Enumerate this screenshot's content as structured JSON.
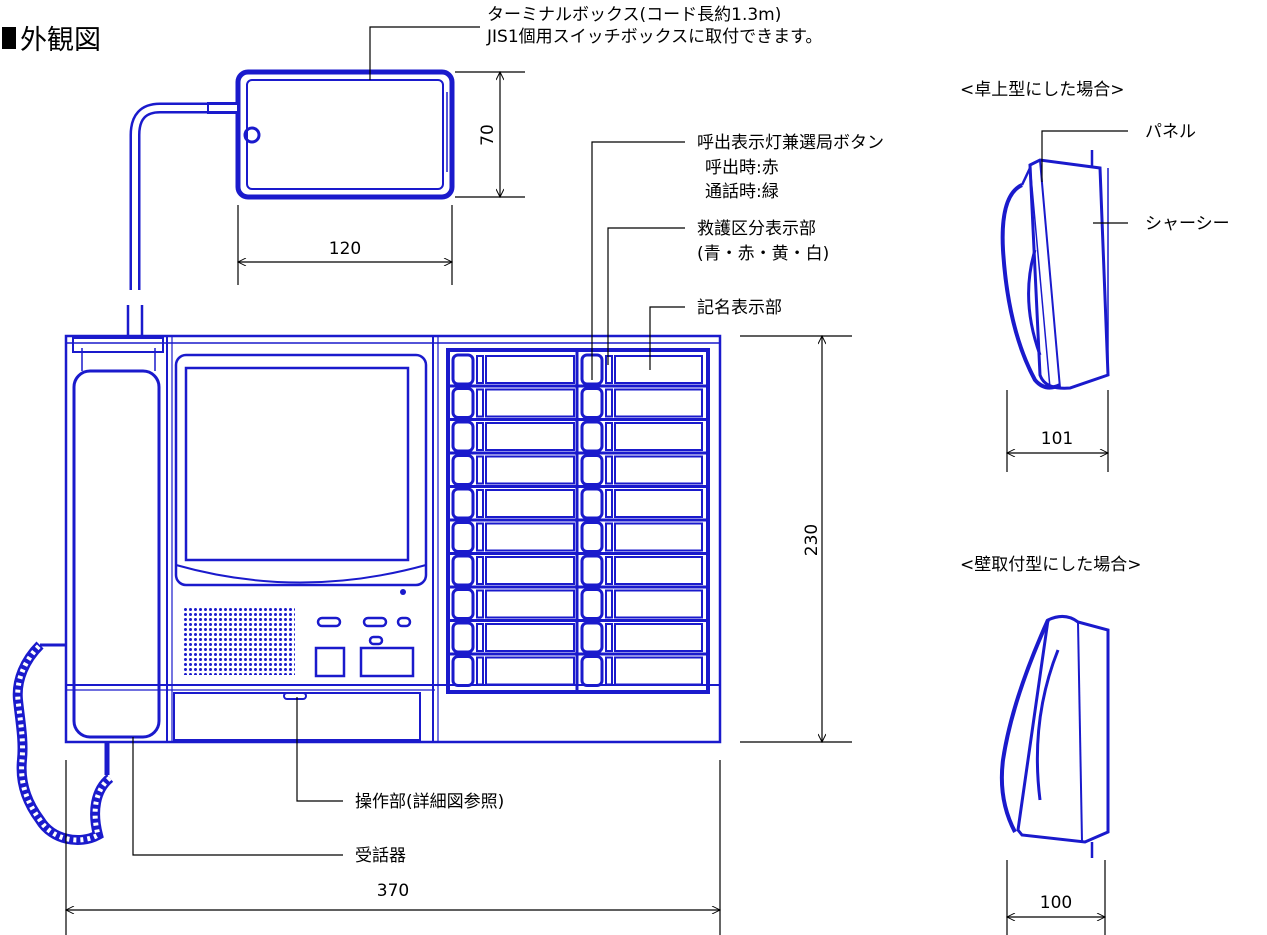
{
  "title": "外観図",
  "terminal_box": {
    "line1": "ターミナルボックス(コード長約1.3m)",
    "line2": "JIS1個用スイッチボックスに取付できます。",
    "height_dim": "70",
    "width_dim": "120"
  },
  "callouts": {
    "call_button": "呼出表示灯兼選局ボタン",
    "call_red": "呼出時:赤",
    "talk_green": "通話時:緑",
    "rescue_display": "救護区分表示部",
    "rescue_colors": "(青・赤・黄・白)",
    "name_display": "記名表示部",
    "operation": "操作部(詳細図参照)",
    "handset": "受話器"
  },
  "dimensions": {
    "height": "230",
    "width": "370",
    "desk_depth": "101",
    "wall_depth": "100"
  },
  "side_views": {
    "desk_title": "<卓上型にした場合>",
    "wall_title": "<壁取付型にした場合>",
    "panel": "パネル",
    "chassis": "シャーシー"
  },
  "colors": {
    "drawing": "#1a1acc",
    "annotation": "#000000"
  }
}
